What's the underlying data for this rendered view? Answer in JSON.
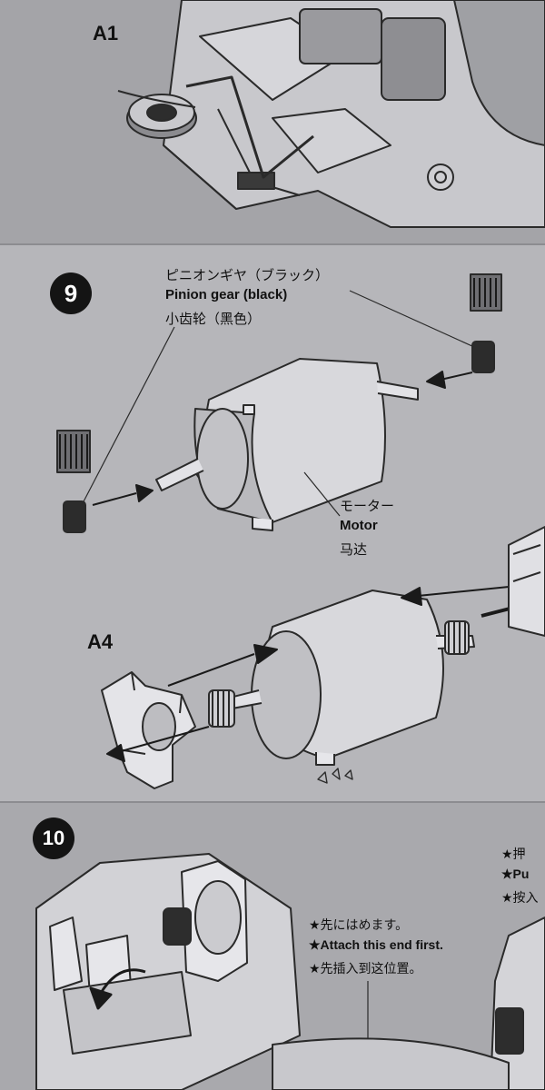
{
  "colors": {
    "paper": "#b6b6ba",
    "ink": "#111111",
    "step_circle": "#141414"
  },
  "top_panel": {
    "part_label": "A1"
  },
  "step9": {
    "number": "9",
    "pinion_label_jp": "ピニオンギヤ（ブラック）",
    "pinion_label_en": "Pinion gear (black)",
    "pinion_label_cn": "小齿轮（黑色）",
    "motor_label_jp": "モーター",
    "motor_label_en": "Motor",
    "motor_label_cn": "马达",
    "part_label": "A4"
  },
  "step10": {
    "number": "10",
    "note_jp": "★先にはめます。",
    "note_en": "★Attach this end first.",
    "note_cn": "★先插入到这位置。",
    "side_note_jp": "★押",
    "side_note_en": "★Pu",
    "side_note_cn": "★按入"
  },
  "icons": [
    "pinion-gear-icon",
    "motor-icon",
    "motor-holder-icon",
    "arrow-icon",
    "chassis-icon",
    "hex-wrench-icon"
  ]
}
